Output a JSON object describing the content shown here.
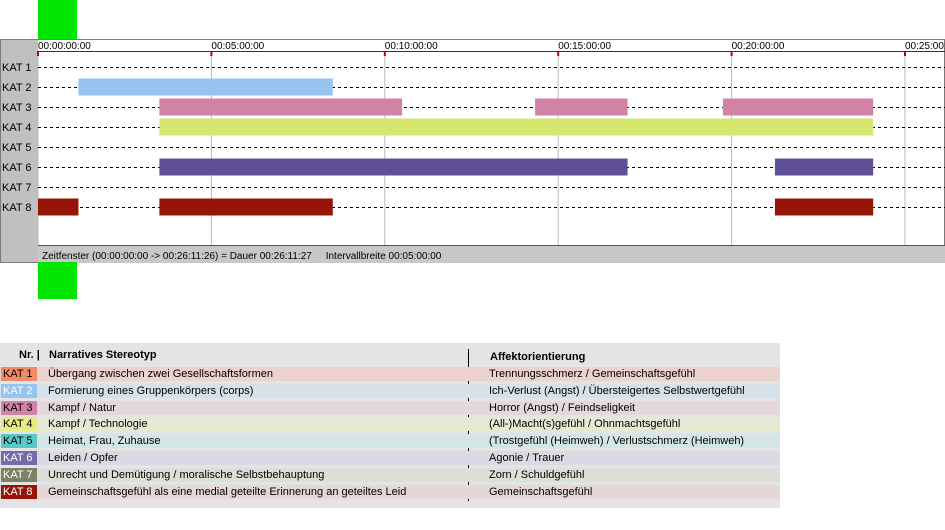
{
  "chart_data": {
    "type": "timeline",
    "time_axis": {
      "range": [
        "00:00:00:00",
        "00:25:00:00"
      ],
      "ticks": [
        "00:00:00:00",
        "00:05:00:00",
        "00:10:00:00",
        "00:15:00:00",
        "00:20:00:00",
        "00:25:00:00"
      ]
    },
    "categories": [
      "KAT 1",
      "KAT 2",
      "KAT 3",
      "KAT 4",
      "KAT 5",
      "KAT 6",
      "KAT 7",
      "KAT 8"
    ],
    "colors": [
      "#f08c64",
      "#96c3f0",
      "#d282a5",
      "#d7e66e",
      "#5ac8c8",
      "#5f5096",
      "#7d8264",
      "#961408"
    ],
    "segments": [
      {
        "category": "KAT 2",
        "start": "00:01:10:00",
        "end": "00:08:30:00"
      },
      {
        "category": "KAT 3",
        "start": "00:03:30:00",
        "end": "00:10:30:00"
      },
      {
        "category": "KAT 3",
        "start": "00:14:20:00",
        "end": "00:17:00:00"
      },
      {
        "category": "KAT 3",
        "start": "00:19:45:00",
        "end": "00:24:05:00"
      },
      {
        "category": "KAT 4",
        "start": "00:03:30:00",
        "end": "00:24:05:00"
      },
      {
        "category": "KAT 6",
        "start": "00:03:30:00",
        "end": "00:17:00:00"
      },
      {
        "category": "KAT 6",
        "start": "00:21:15:00",
        "end": "00:24:05:00"
      },
      {
        "category": "KAT 8",
        "start": "00:00:00:00",
        "end": "00:01:10:00"
      },
      {
        "category": "KAT 8",
        "start": "00:03:30:00",
        "end": "00:08:30:00"
      },
      {
        "category": "KAT 8",
        "start": "00:21:15:00",
        "end": "00:24:05:00"
      }
    ],
    "status_text": "Zeitfenster (00:00:00:00 -> 00:26:11:26) = Dauer 00:26:11:27     Intervallbreite 00:05:00:00"
  },
  "legend": {
    "headers": {
      "nr": "Nr. |",
      "stereotyp": "Narratives Stereotyp",
      "affekt": "Affektorientierung"
    },
    "rows": [
      {
        "nr": "KAT 1",
        "stereotyp": "Übergang zwischen zwei Gesellschaftsformen",
        "affekt": "Trennungsschmerz / Gemeinschaftsgefühl",
        "color": "#f08c64",
        "band": "#ebd2cd"
      },
      {
        "nr": "KAT 2",
        "stereotyp": "Formierung eines Gruppenkörpers (corps)",
        "affekt": "Ich-Verlust (Angst) / Übersteigertes Selbstwertgefühl",
        "color": "#96c3f0",
        "band": "#d7e1eb"
      },
      {
        "nr": "KAT 3",
        "stereotyp": "Kampf / Natur",
        "affekt": "Horror (Angst) / Feindseligkeit",
        "color": "#d282a5",
        "band": "#e6d7dc"
      },
      {
        "nr": "KAT 4",
        "stereotyp": "Kampf / Technologie",
        "affekt": "(All-)Macht(s)gefühl / Ohnmachtsgefühl",
        "color": "#e6eb82",
        "band": "#e6e8d2"
      },
      {
        "nr": "KAT 5",
        "stereotyp": "Heimat, Frau, Zuhause",
        "affekt": "(Trostgefühl (Heimweh) / Verlustschmerz (Heimweh)",
        "color": "#5ac8c8",
        "band": "#d4e6e3"
      },
      {
        "nr": "KAT 6",
        "stereotyp": "Leiden / Opfer",
        "affekt": "Agonie / Trauer",
        "color": "#7869aa",
        "band": "#dcd9e4"
      },
      {
        "nr": "KAT 7",
        "stereotyp": "Unrecht und Demütigung / moralische Selbstbehauptung",
        "affekt": "Zorn / Schuldgefühl",
        "color": "#7d8264",
        "band": "#dcdfd7"
      },
      {
        "nr": "KAT 8",
        "stereotyp": "Gemeinschaftsgefühl als eine medial geteilte Erinnerung an geteiltes Leid",
        "affekt": "Gemeinschaftsgefühl",
        "color": "#961408",
        "band": "#e6d7d7"
      }
    ]
  }
}
